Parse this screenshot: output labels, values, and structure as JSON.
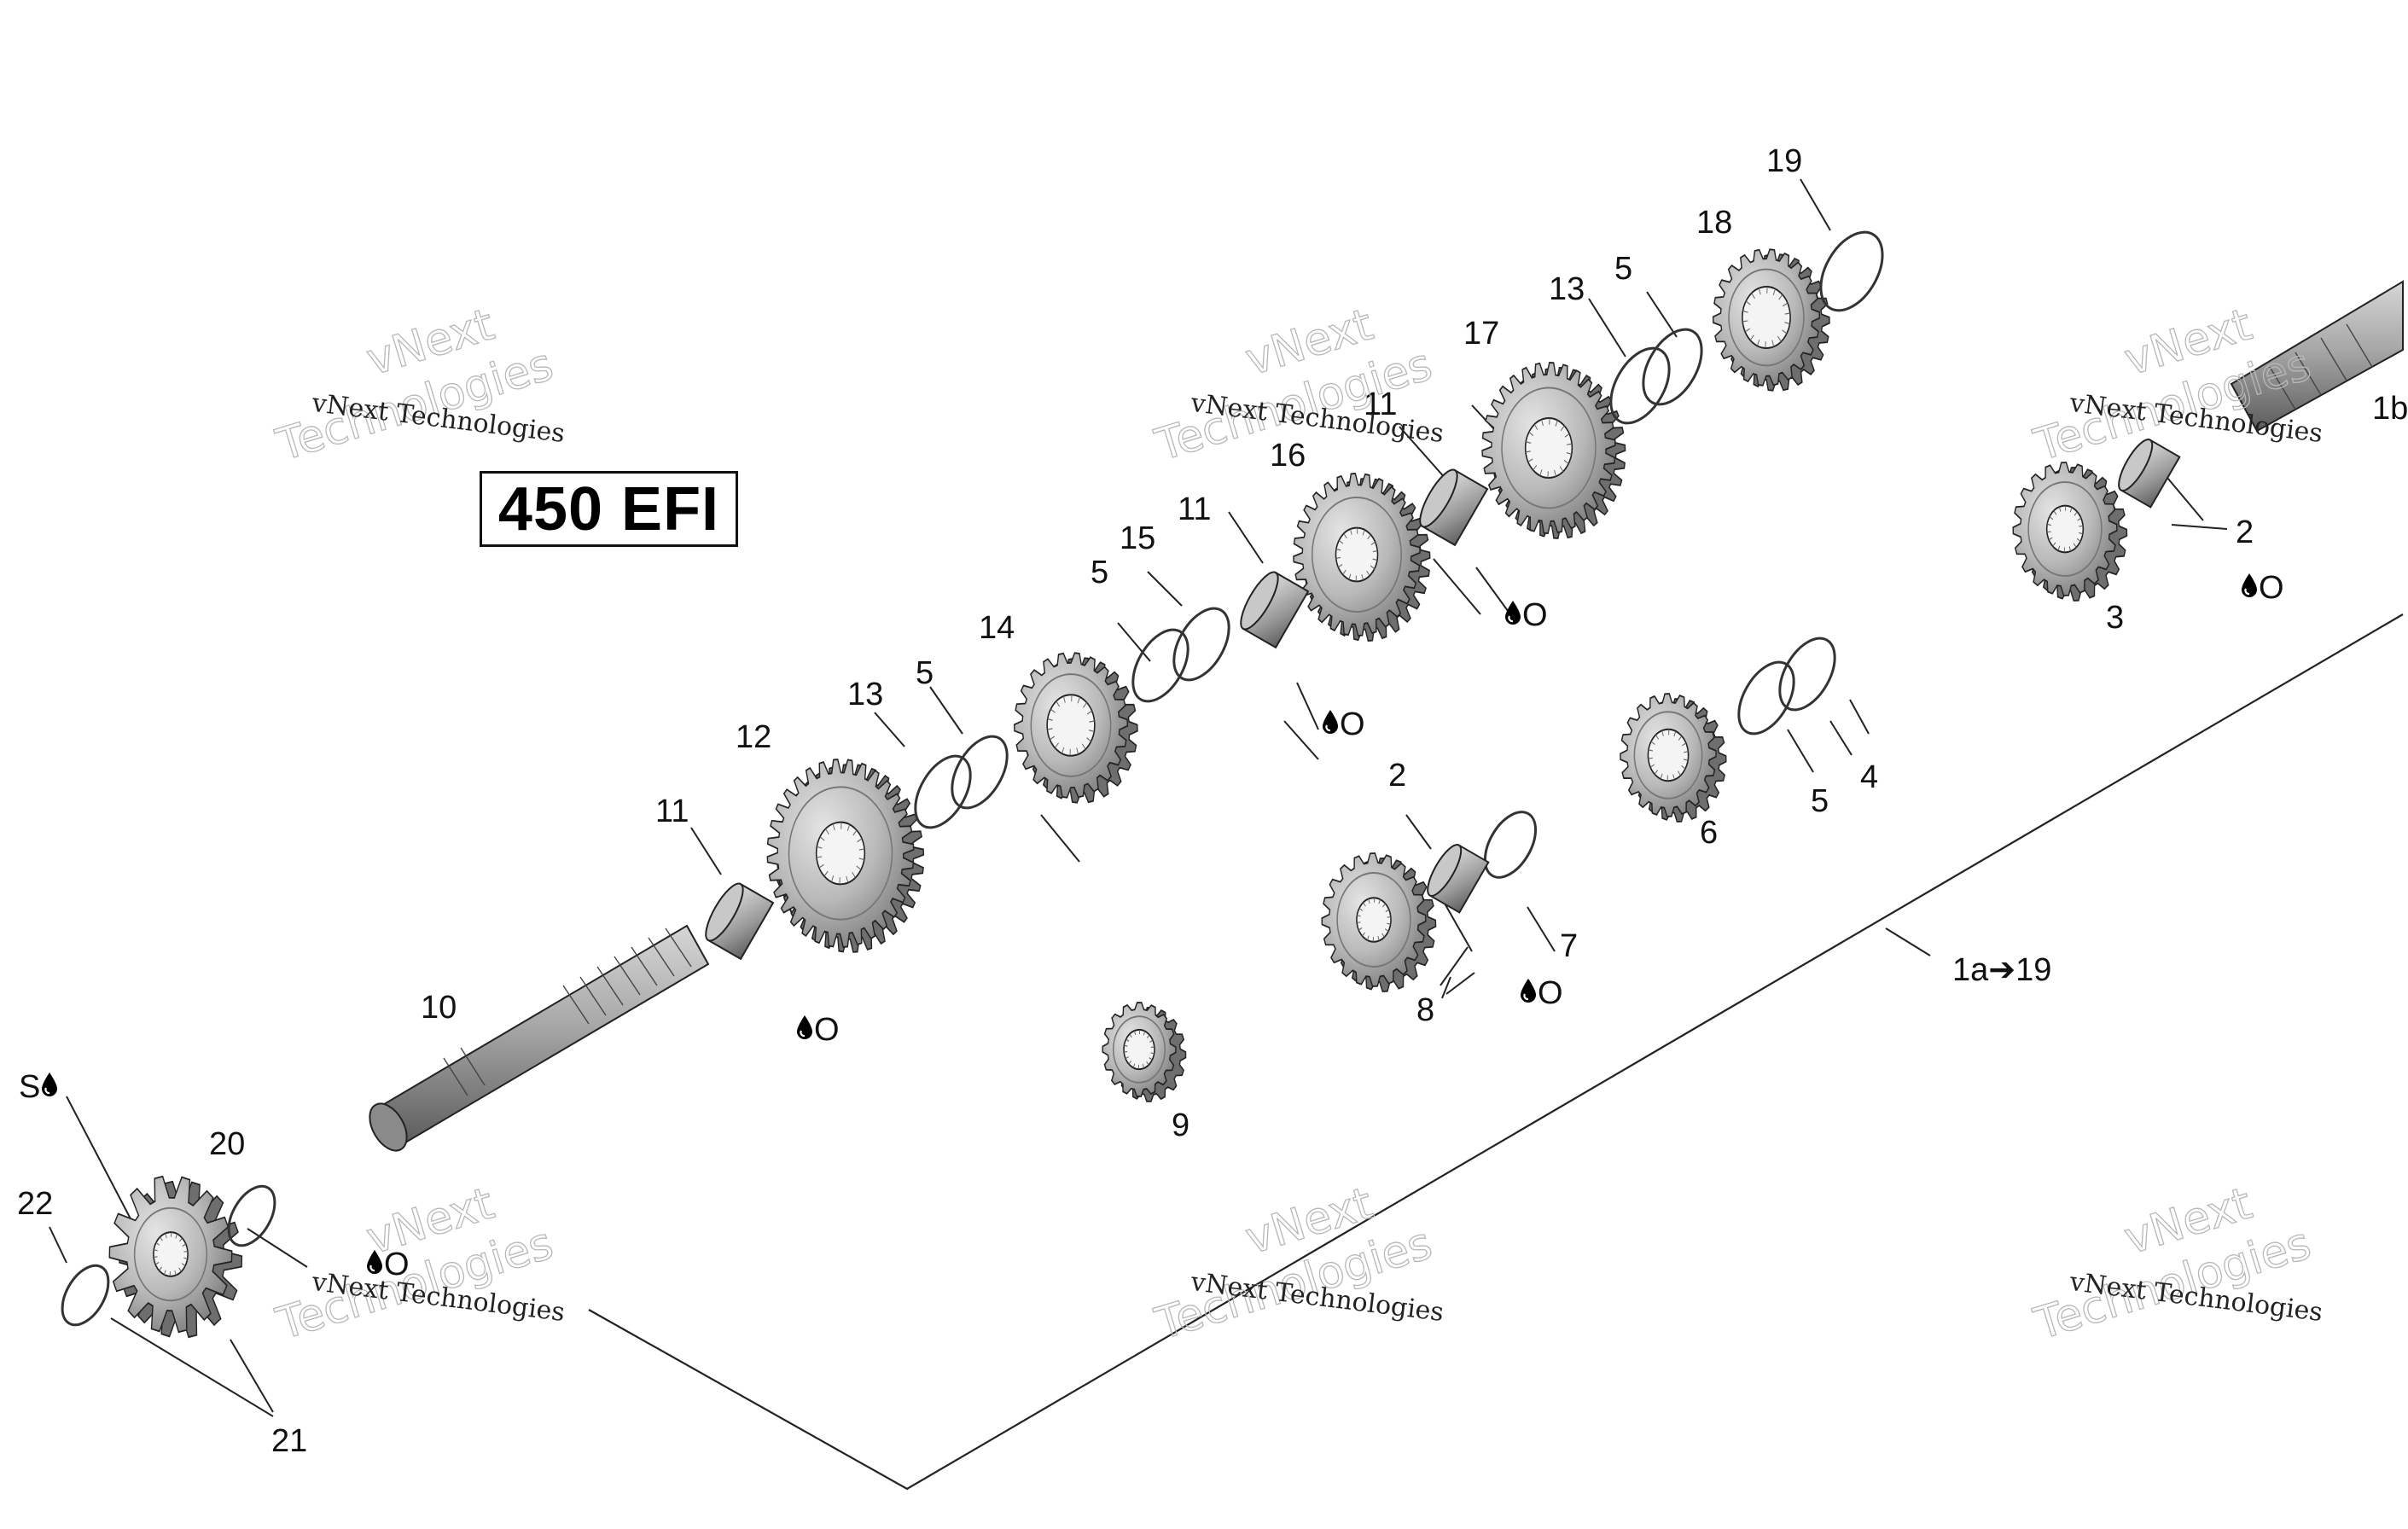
{
  "diagram": {
    "model_label": "450 EFI",
    "watermark": {
      "line1": "vNext Technologies",
      "line2": "vNext",
      "line3": "Technologies"
    },
    "callouts": [
      {
        "id": "c19",
        "text": "19"
      },
      {
        "id": "c18",
        "text": "18"
      },
      {
        "id": "c13a",
        "text": "13"
      },
      {
        "id": "c5a",
        "text": "5"
      },
      {
        "id": "c17",
        "text": "17"
      },
      {
        "id": "c11a",
        "text": "11"
      },
      {
        "id": "c16",
        "text": "16"
      },
      {
        "id": "c11b",
        "text": "11"
      },
      {
        "id": "c15",
        "text": "15"
      },
      {
        "id": "c5b",
        "text": "5"
      },
      {
        "id": "c14",
        "text": "14"
      },
      {
        "id": "c13b",
        "text": "13"
      },
      {
        "id": "c5c",
        "text": "5"
      },
      {
        "id": "c12",
        "text": "12"
      },
      {
        "id": "c11c",
        "text": "11"
      },
      {
        "id": "c10",
        "text": "10"
      },
      {
        "id": "c2a",
        "text": "2"
      },
      {
        "id": "c3",
        "text": "3"
      },
      {
        "id": "c1b",
        "text": "1b"
      },
      {
        "id": "c4",
        "text": "4"
      },
      {
        "id": "c5d",
        "text": "5"
      },
      {
        "id": "c6",
        "text": "6"
      },
      {
        "id": "c2b",
        "text": "2"
      },
      {
        "id": "c7",
        "text": "7"
      },
      {
        "id": "c8",
        "text": "8"
      },
      {
        "id": "c9",
        "text": "9"
      },
      {
        "id": "c1a19",
        "text": "1a➔19"
      },
      {
        "id": "c20",
        "text": "20"
      },
      {
        "id": "c22",
        "text": "22"
      },
      {
        "id": "c21",
        "text": "21"
      },
      {
        "id": "cS",
        "text": "S"
      },
      {
        "id": "oil1",
        "text": "O"
      },
      {
        "id": "oil2",
        "text": "O"
      },
      {
        "id": "oil3",
        "text": "O"
      },
      {
        "id": "oil4",
        "text": "O"
      },
      {
        "id": "oil5",
        "text": "O"
      },
      {
        "id": "oil6",
        "text": "O"
      }
    ]
  }
}
